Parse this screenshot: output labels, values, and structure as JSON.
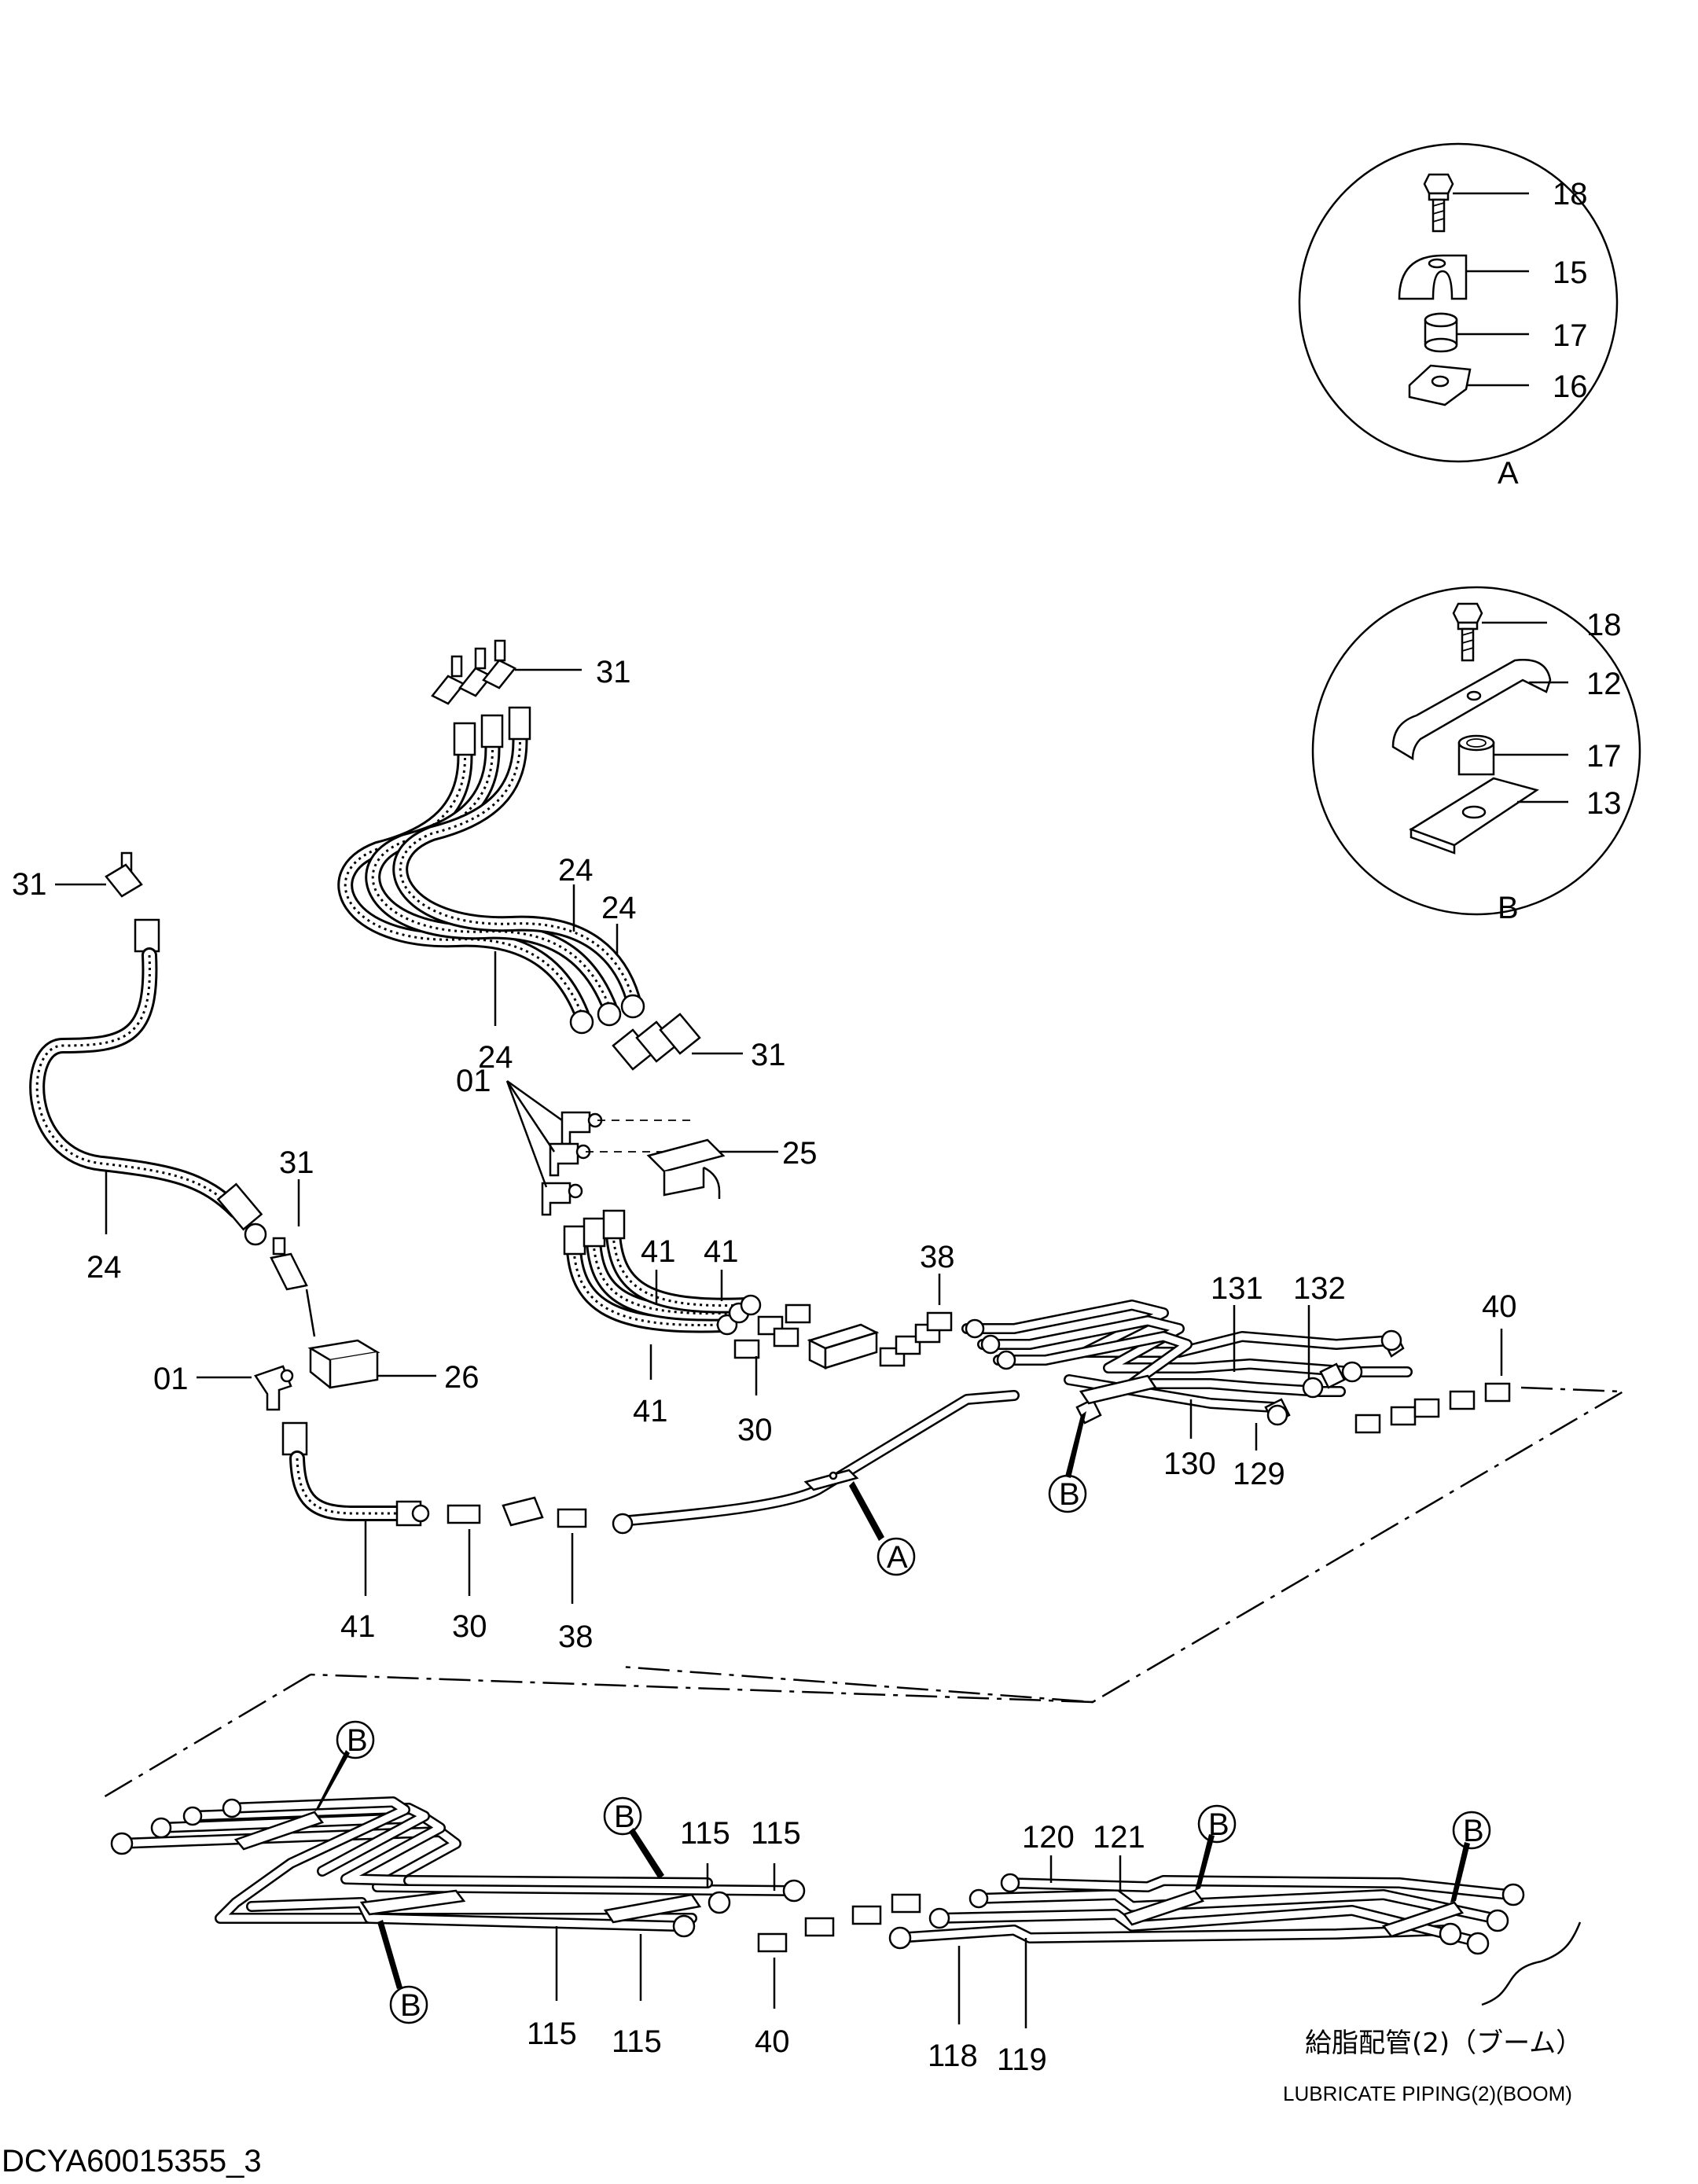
{
  "labels": {
    "detail_a_18": "18",
    "detail_a_15": "15",
    "detail_a_17": "17",
    "detail_a_16": "16",
    "detail_a_letter": "A",
    "detail_b_18": "18",
    "detail_b_12": "12",
    "detail_b_17": "17",
    "detail_b_13": "13",
    "detail_b_letter": "B",
    "p31_top": "31",
    "p31_left": "31",
    "p31_mid": "31",
    "p31_low": "31",
    "p24_a": "24",
    "p24_b": "24",
    "p24_c": "24",
    "p24_left": "24",
    "p01_top": "01",
    "p01_low": "01",
    "p25": "25",
    "p26": "26",
    "p41_a": "41",
    "p41_b": "41",
    "p41_c": "41",
    "p41_low": "41",
    "p38_top": "38",
    "p38_low": "38",
    "p30_top": "30",
    "p30_low": "30",
    "p131": "131",
    "p132": "132",
    "p40_top": "40",
    "p130": "130",
    "p129": "129",
    "callout_b1": "B",
    "callout_a1": "A",
    "callout_b2": "B",
    "callout_b3": "B",
    "callout_b4": "B",
    "callout_b5": "B",
    "callout_b6": "B",
    "p115_a": "115",
    "p115_b": "115",
    "p115_c": "115",
    "p115_d": "115",
    "p120": "120",
    "p121": "121",
    "p40_low": "40",
    "p118": "118",
    "p119": "119"
  },
  "caption": {
    "japanese": "給脂配管(2)（ブーム）",
    "english": "LUBRICATE  PIPING(2)(BOOM)"
  },
  "document_id": "DCYA60015355_3"
}
